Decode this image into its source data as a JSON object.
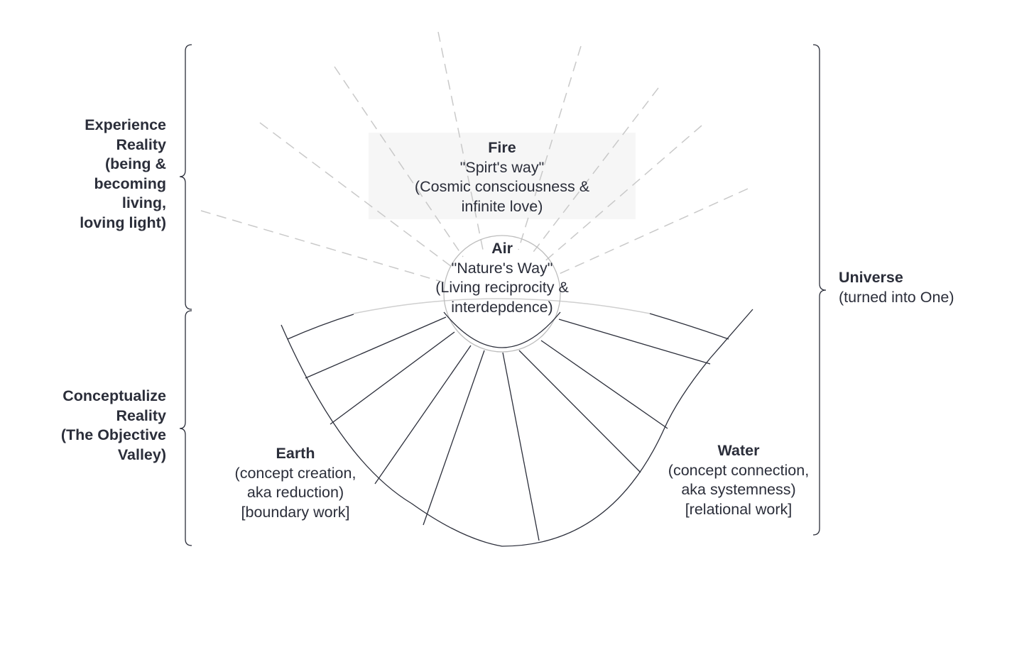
{
  "left_labels": {
    "experience": {
      "lines": [
        "Experience",
        "Reality",
        "(being &",
        "becoming",
        "living,",
        "loving light)"
      ]
    },
    "conceptualize": {
      "lines": [
        "Conceptualize",
        "Reality",
        "(The Objective",
        "Valley)"
      ]
    }
  },
  "fire": {
    "title": "Fire",
    "lines": [
      "\"Spirt's way\"",
      "(Cosmic consciousness &",
      "infinite love)"
    ]
  },
  "air": {
    "title": "Air",
    "lines": [
      "\"Nature's Way\"",
      "(Living reciprocity &",
      "interdepdence)"
    ]
  },
  "earth": {
    "title": "Earth",
    "lines": [
      "(concept creation,",
      "aka reduction)",
      "[boundary work]"
    ]
  },
  "water": {
    "title": "Water",
    "lines": [
      "(concept connection,",
      "aka systemness)",
      "[relational work]"
    ]
  },
  "universe": {
    "title": "Universe",
    "lines": [
      "(turned into One)"
    ]
  },
  "colors": {
    "ink": "#2b2e3a",
    "ray": "#c9c9c9",
    "arc": "#cfcfcf",
    "fire_box": "#f6f6f6"
  }
}
